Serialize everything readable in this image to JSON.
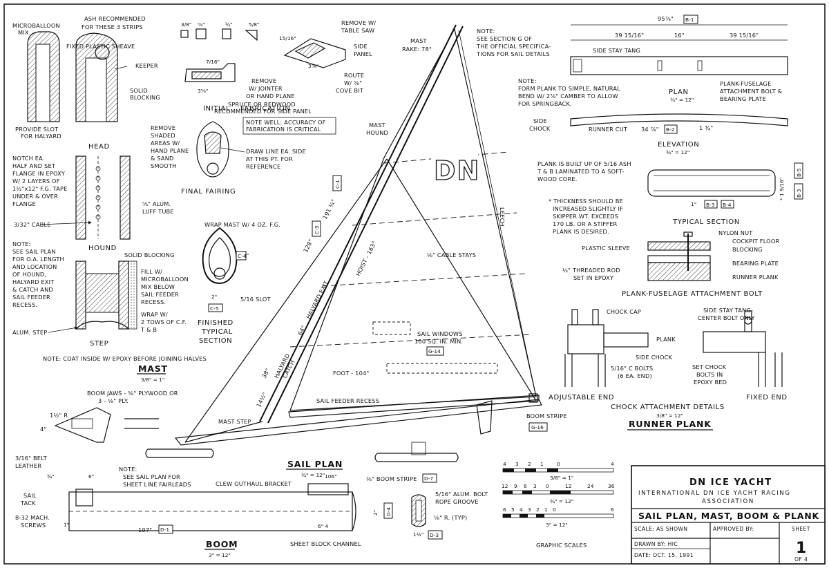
{
  "title_block": {
    "title": "DN ICE YACHT",
    "association_line1": "INTERNATIONAL DN ICE YACHT RACING",
    "association_line2": "ASSOCIATION",
    "drawing_title": "SAIL PLAN, MAST, BOOM & PLANK",
    "scale": "SCALE: AS SHOWN",
    "approved_by": "APPROVED BY:",
    "drawn_by": "DRAWN BY: HIC",
    "date": "DATE: OCT. 15, 1991",
    "sheet_label": "SHEET",
    "sheet_number": "1",
    "sheet_of": "OF 4"
  },
  "mast_section": {
    "microballoon": "MICROBALLOON",
    "mix": "MIX",
    "ash_line1": "ASH RECOMMENDED",
    "ash_line2": "FOR THESE 3 STRIPS",
    "fixed_sheave": "FIXED PLASTIC SHEAVE",
    "keeper": "KEEPER",
    "solid": "SOLID",
    "blocking": "BLOCKING",
    "provide_slot": "PROVIDE SLOT",
    "for_halyard": "FOR HALYARD",
    "head": "HEAD",
    "notch_lines": [
      "NOTCH EA.",
      "HALF AND SET",
      "FLANGE IN EPOXY",
      "W/ 2 LAYERS OF",
      "1½\"x12\" F.G. TAPE",
      "UNDER & OVER",
      "FLANGE"
    ],
    "alum": "⅝\" ALUM.",
    "luff_tube": "LUFF TUBE",
    "cable": "3/32\" CABLE",
    "hound": "HOUND",
    "note_lines": [
      "NOTE:",
      "SEE SAIL PLAN",
      "FOR O.A. LENGTH",
      "AND LOCATION",
      "OF HOUND,",
      "HALYARD EXIT",
      "& CATCH AND",
      "SAIL FEEDER",
      "RECESS."
    ],
    "solid_blocking": "SOLID BLOCKING",
    "fill_lines": [
      "FILL W/",
      "MICROBALLOON",
      "MIX BELOW",
      "SAIL FEEDER",
      "RECESS."
    ],
    "wrap_lines": [
      "WRAP W/",
      "2 TOWS OF C.F.",
      "T & B"
    ],
    "alum_step": "ALUM. STEP",
    "step": "STEP",
    "coat_note": "NOTE: COAT INSIDE W/ EPOXY BEFORE JOINING HALVES",
    "mast": "MAST",
    "mast_scale": "3/8\" = 1\""
  },
  "fabrication": {
    "remove_table_saw1": "REMOVE W/",
    "remove_table_saw2": "TABLE SAW",
    "side": "SIDE",
    "panel": "PANEL",
    "remove_jointer1": "REMOVE",
    "remove_jointer2": "W/ JOINTER",
    "remove_jointer3": "OR HAND PLANE",
    "route1": "ROUTE",
    "route2": "W/ ⅝\"",
    "route3": "COVE BIT",
    "spruce": "SPRUCE OR REDWOOD",
    "recommended": "RECOMMENDED FOR SIDE PANEL",
    "initial": "INITIAL",
    "fabrication": "FABRICATION",
    "dim_7_16": "7/16\"",
    "dim_3_8": "3/8\"",
    "dim_5_8": "⅝\"",
    "dim_3_4": "¾\"",
    "dim_5_8b": "5/8\"",
    "dim_358": "3⅝\"",
    "dim_15_16": "15/16\"",
    "note_well1": "NOTE WELL: ACCURACY OF",
    "note_well2": "FABRICATION IS CRITICAL",
    "remove_shaded": [
      "REMOVE",
      "SHADED",
      "AREAS W/",
      "HAND PLANE",
      "& SAND",
      "SMOOTH"
    ],
    "draw_line": [
      "DRAW LINE EA. SIDE",
      "AT THIS PT. FOR",
      "REFERENCE"
    ],
    "final_fairing": "FINAL FAIRING",
    "wrap_mast": "WRAP MAST W/ 4 OZ. F.G.",
    "slot": "5/16 SLOT",
    "two_inch": "2\"",
    "four_inch": "4\"",
    "finished": [
      "FINISHED",
      "TYPICAL",
      "SECTION"
    ],
    "c5": "C-5",
    "c4": "C-4"
  },
  "sail_plan": {
    "mast_rake": "MAST",
    "mast_rake2": "RAKE: 78°",
    "note_lines": [
      "NOTE:",
      "SEE SECTION G OF",
      "THE OFFICIAL SPECIFICA-",
      "TIONS FOR SAIL DETAILS"
    ],
    "mast_hound1": "MAST",
    "mast_hound2": "HOUND",
    "dn": "DN",
    "dim_191": "191 ¼\"",
    "dim_128": "128\"",
    "hoist": "HOIST - 163\"",
    "leech": "LEECH",
    "cable_stays": "⅛\" CABLE STAYS",
    "halyard_exit": "HALYARD EXIT",
    "halyard_catch": "HALYARD",
    "catch": "CATCH",
    "dim_64": "64\"",
    "dim_38": "38\"",
    "dim_14": "14½\"",
    "sail_windows1": "SAIL WINDOWS",
    "sail_windows2": "100 SQ. IN. MIN.",
    "g14": "G-14",
    "foot": "FOOT - 104\"",
    "sail_feeder": "SAIL FEEDER RECESS",
    "mast_step": "MAST STEP",
    "boom_stripe": "BOOM STRIPE",
    "g16": "G-16",
    "c1": "C-1",
    "c3": "C-3",
    "sail_plan": "SAIL PLAN",
    "sail_plan_scale": "¾\" = 12\""
  },
  "plank": {
    "dim_95": "95⅞\"",
    "b1": "B-1",
    "dim_left": "39 15/16\"",
    "dim_mid": "16\"",
    "dim_right": "39 15/16\"",
    "side_stay_tang": "SIDE STAY TANG",
    "note_lines": [
      "NOTE:",
      "FORM PLANK TO SIMPLE, NATURAL",
      "BEND W/ 2⅞\" CAMBER TO ALLOW",
      "FOR SPRINGBACK."
    ],
    "plan": "PLAN",
    "plan_scale": "¾\" = 12\"",
    "attach_lines": [
      "PLANK-FUSELAGE",
      "ATTACHMENT BOLT &",
      "BEARING PLATE"
    ],
    "side_chock1": "SIDE",
    "side_chock2": "CHOCK",
    "runner_cut": "RUNNER CUT",
    "dim_34": "34 ⅞\"",
    "b2": "B-2",
    "dim_1_75": "1 ¾\"",
    "elevation": "ELEVATION",
    "elev_scale": "¾\" = 12\"",
    "built_lines": [
      "PLANK IS BUILT UP OF 5/16 ASH",
      "T & B LAMINATED TO A SOFT-",
      "WOOD CORE."
    ],
    "thick_lines": [
      "* THICKNESS SHOULD BE",
      "INCREASED SLIGHTLY IF",
      "SKIPPER WT. EXCEEDS",
      "170 LB. OR A STIFFER",
      "PLANK IS DESIRED."
    ],
    "b5": "B-5",
    "b3": "B-3",
    "b4": "B-4",
    "b3b": "B-3",
    "dim_1": "1\"",
    "dim_h": "* 1 9/16\"",
    "typical_section": "TYPICAL SECTION",
    "nylon_nut": "NYLON NUT",
    "cockpit_floor": "COCKPIT FLOOR",
    "plastic_sleeve": "PLASTIC SLEEVE",
    "blocking": "BLOCKING",
    "bearing_plate": "BEARING PLATE",
    "threaded_rod1": "¼\" THREADED ROD",
    "threaded_rod2": "SET IN EPOXY",
    "runner_plank_lbl": "RUNNER PLANK",
    "attach_bolt": "PLANK-FUSELAGE ATTACHMENT BOLT",
    "chock_cap": "CHOCK CAP",
    "side_tang1": "SIDE STAY TANG-",
    "side_tang2": "CENTER BOLT ONLY",
    "plank": "PLANK",
    "side_chock": "SIDE CHOCK",
    "bolts1": "5/16\" C BOLTS",
    "bolts2": "(6 EA. END)",
    "set_chock1": "SET CHOCK",
    "set_chock2": "BOLTS IN",
    "set_chock3": "EPOXY BED",
    "adjustable_end": "ADJUSTABLE END",
    "fixed_end": "FIXED END",
    "chock_details": "CHOCK ATTACHMENT DETAILS",
    "chock_scale": "3/8\" = 12\"",
    "runner_plank": "RUNNER PLANK"
  },
  "boom": {
    "jaws1": "BOOM JAWS - ⅝\" PLYWOOD OR",
    "jaws2": "3 - ⅛\" PLY.",
    "dim_r": "1½\" R",
    "dim_4": "4\"",
    "belt1": "3/16\" BELT",
    "belt2": "LEATHER",
    "dim_3_4": "¾\"",
    "dim_6": "6\"",
    "note_lines": [
      "NOTE:",
      "SEE SAIL PLAN FOR",
      "SHEET LINE FAIRLEADS"
    ],
    "clew_bracket": "CLEW OUTHAUL BRACKET",
    "dim_106": "106\"",
    "boom_stripe": "⅛\" BOOM STRIPE",
    "d7": "D-7",
    "sail_tack1": "SAIL",
    "sail_tack2": "TACK",
    "mach_screws1": "8-32 MACH.",
    "mach_screws2": "SCREWS",
    "dim_1": "1\"",
    "dim_107": "107\"",
    "d1": "D-1",
    "dim_64": "6\" 4",
    "dim_2": "2\"",
    "d4": "D-4",
    "alum_bolt1": "5/16\" ALUM. BOLT",
    "rope_groove": "ROPE GROOVE",
    "radius": "⅛\" R. (TYP)",
    "dim_1_5": "1½\"",
    "d3": "D-3",
    "sheet_channel": "SHEET BLOCK CHANNEL",
    "boom": "BOOM",
    "boom_scale": "3\" = 12\""
  },
  "graphic_scales": {
    "row1": [
      "4",
      "3",
      "2",
      "1",
      "0",
      "4"
    ],
    "row1_scale": "3/8\" = 1\"",
    "row2": [
      "12",
      "9",
      "6",
      "3",
      "0",
      "12",
      "24",
      "36"
    ],
    "row2_scale": "¾\" = 12\"",
    "row3": [
      "6",
      "5",
      "4",
      "3",
      "2",
      "1",
      "0",
      "6"
    ],
    "row3_scale": "3\" = 12\"",
    "title": "GRAPHIC SCALES"
  }
}
